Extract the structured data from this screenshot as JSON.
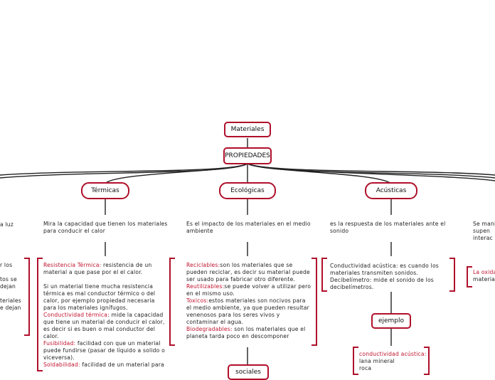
{
  "nodes": {
    "root": "Materiales",
    "propiedades": "PROPIEDADES",
    "termicas": "Térmicas",
    "ecologicas": "Ecológicas",
    "acusticas": "Acústicas",
    "ejemplo": "ejemplo"
  },
  "edge_left": {
    "desc": "a luz",
    "l1": "r los",
    "l2": "tos se",
    "l3": "dejan",
    "l4": "teriales",
    "l5": "e dejan"
  },
  "edge_right": {
    "desc1": "Se mani",
    "desc2": "supen",
    "desc3": "interac",
    "d1_red": "La oxida",
    "d2": "materia"
  },
  "termicas_desc": "Mira la capacidad que tienen los materiales para conducir el calor",
  "termicas_detail": {
    "t1_red": "Resistencia Térmica:",
    "t1": " resistencia de un material a que pase por el el calor.",
    "t2": "Si un material tiene mucha resistencia térmica es mal conductor térmico o del calor, por ejemplo propiedad necesaria para los materiales ignífugos.",
    "t3_red": "Conductividad térmica:",
    "t3": " mide la capacidad que tiene un material de conducir el calor, es decir si es buen o mal conductor del calor.",
    "t4_red": "Fusibilidad:",
    "t4": " facilidad con que un material puede fundirse (pasar de líquido a solido o viceversa).",
    "t5_red": "Soldabilidad:",
    "t5": " facilidad de un material para"
  },
  "ecologicas_desc": "Es el impacto de los materiales en el medio ambiente",
  "ecologicas_detail": {
    "e1_red": "Reciclables:",
    "e1": "son los materiales que se pueden reciclar, es decir su material puede ser usado para fabricar otro diferente.",
    "e2_red": "Reutilizables:",
    "e2": "se puede volver a utilizar pero en el mismo uso.",
    "e3_red": "Toxicos:",
    "e3": "estos materiales son nocivos para el medio ambiente, ya que pueden resultar venenosos para los seres vivos y contaminar el agua.",
    "e4_red": "Biodegradables:",
    "e4": " son los materiales que el planeta tarda poco en descomponer"
  },
  "acusticas_desc": "es la respuesta de los materiales ante el sonido",
  "acusticas_detail": {
    "a1": "Conductividad acústica: es cuando los materiales transmiten sonidos.",
    "a2": "Decibelímetro: mide el sonido de los decibelímetros."
  },
  "ejemplo_detail": {
    "x1_red": "conductividad acústica:",
    "x2": "lana mineral",
    "x3": "roca"
  },
  "partial_node": "sociales"
}
